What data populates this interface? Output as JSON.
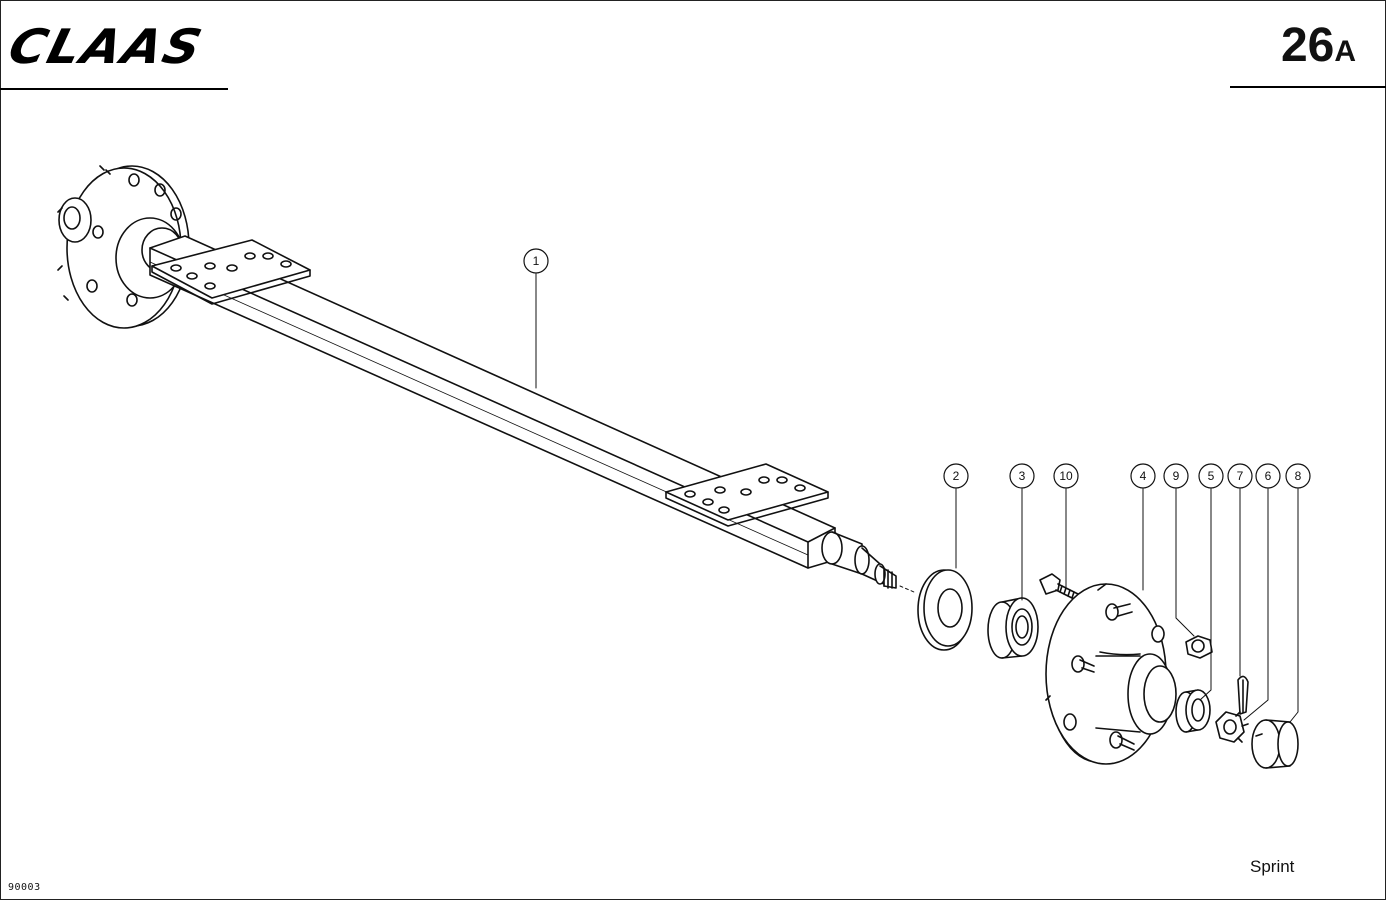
{
  "header": {
    "brand": "CLAAS",
    "page_number": "26",
    "page_suffix": "A"
  },
  "footer": {
    "model": "Sprint",
    "drawing_code": "90003"
  },
  "callouts": [
    "1",
    "2",
    "3",
    "10",
    "4",
    "9",
    "5",
    "7",
    "6",
    "8"
  ],
  "colors": {
    "line": "#111111",
    "background": "#ffffff"
  }
}
